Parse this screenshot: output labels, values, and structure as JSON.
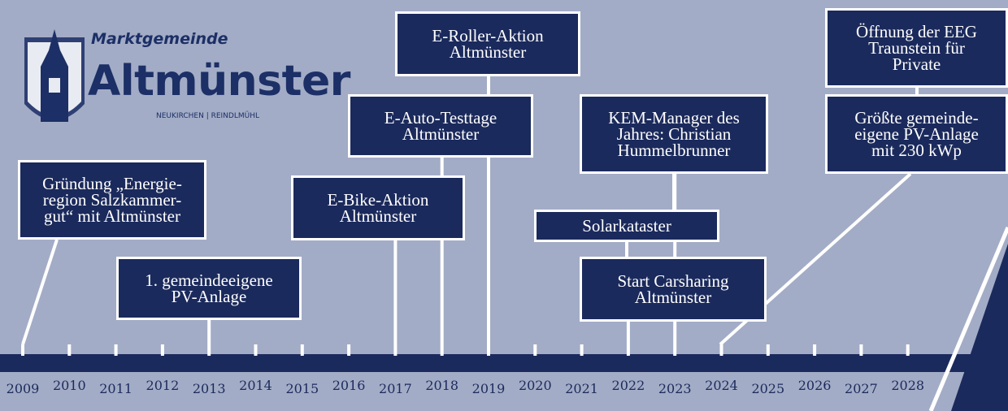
{
  "logo": {
    "line1": "Marktgemeinde",
    "line2": "Altmünster",
    "line3": "NEUKIRCHEN | REINDLMÜHL"
  },
  "years": [
    "2009",
    "2010",
    "2011",
    "2012",
    "2013",
    "2014",
    "2015",
    "2016",
    "2017",
    "2018",
    "2019",
    "2020",
    "2021",
    "2022",
    "2023",
    "2024",
    "2025",
    "2026",
    "2027",
    "2028"
  ],
  "events": [
    {
      "id": "energieregion",
      "year": "2009",
      "lines": [
        "Gründung „Energie-",
        "region Salzkammer-",
        "gut“ mit Altmünster"
      ]
    },
    {
      "id": "pv-anlage-1",
      "year": "2013",
      "lines": [
        "1. gemeindeeigene",
        "PV-Anlage"
      ]
    },
    {
      "id": "e-bike",
      "year": "2017",
      "lines": [
        "E-Bike-Aktion",
        "Altmünster"
      ]
    },
    {
      "id": "e-auto",
      "year": "2018",
      "lines": [
        "E-Auto-Testtage",
        "Altmünster"
      ]
    },
    {
      "id": "e-roller",
      "year": "2019",
      "lines": [
        "E-Roller-Aktion",
        "Altmünster"
      ]
    },
    {
      "id": "carsharing",
      "year": "2022",
      "lines": [
        "Start Carsharing",
        "Altmünster"
      ]
    },
    {
      "id": "solarkataster",
      "year": "2022",
      "lines": [
        "Solarkataster"
      ]
    },
    {
      "id": "kem-manager",
      "year": "2023",
      "lines": [
        "KEM-Manager des",
        "Jahres: Christian",
        "Hummelbrunner"
      ]
    },
    {
      "id": "pv-anlage-230",
      "year": "2024",
      "lines": [
        "Größte gemeinde-",
        "eigene PV-Anlage",
        "mit 230 kWp"
      ]
    },
    {
      "id": "eeg-traunstein",
      "year": "2024",
      "lines": [
        "Öffnung der EEG",
        "Traunstein für",
        "Private"
      ]
    }
  ],
  "colors": {
    "background": "#a3acc6",
    "navy": "#1b2a5c",
    "white": "#ffffff"
  }
}
